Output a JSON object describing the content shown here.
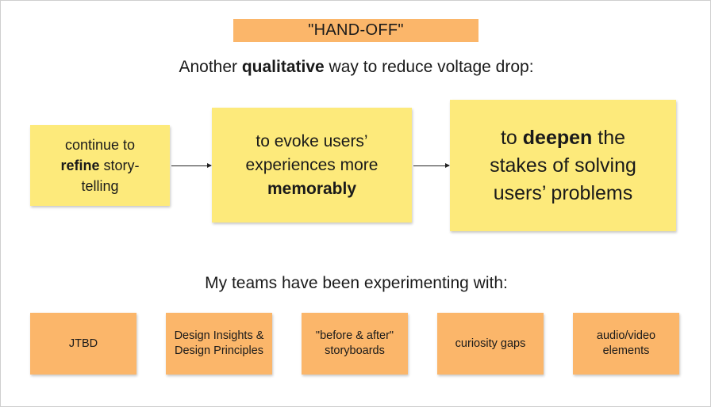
{
  "title": "\"HAND-OFF\"",
  "subtitle": {
    "prefix": "Another ",
    "bold": "qualitative",
    "suffix": " way to reduce voltage drop:"
  },
  "steps": [
    {
      "line1": "continue to",
      "bold": "refine",
      "rest": " story-",
      "line3": "telling"
    },
    {
      "line1": "to evoke users’",
      "line2": "experiences more",
      "bold": "memorably"
    },
    {
      "prefix": "to ",
      "bold": "deepen",
      "suffix": " the",
      "line2": "stakes of solving",
      "line3": "users’ problems"
    }
  ],
  "experimenting_heading": "My teams have been experimenting with:",
  "methods": [
    {
      "line1": "JTBD",
      "line2": ""
    },
    {
      "line1": "Design Insights &",
      "line2": "Design Principles"
    },
    {
      "line1": "\"before & after\"",
      "line2": "storyboards"
    },
    {
      "line1": "curiosity gaps",
      "line2": ""
    },
    {
      "line1": "audio/video",
      "line2": "elements"
    }
  ],
  "colors": {
    "sticky_yellow": "#fdea7b",
    "sticky_orange": "#fbb66a"
  }
}
